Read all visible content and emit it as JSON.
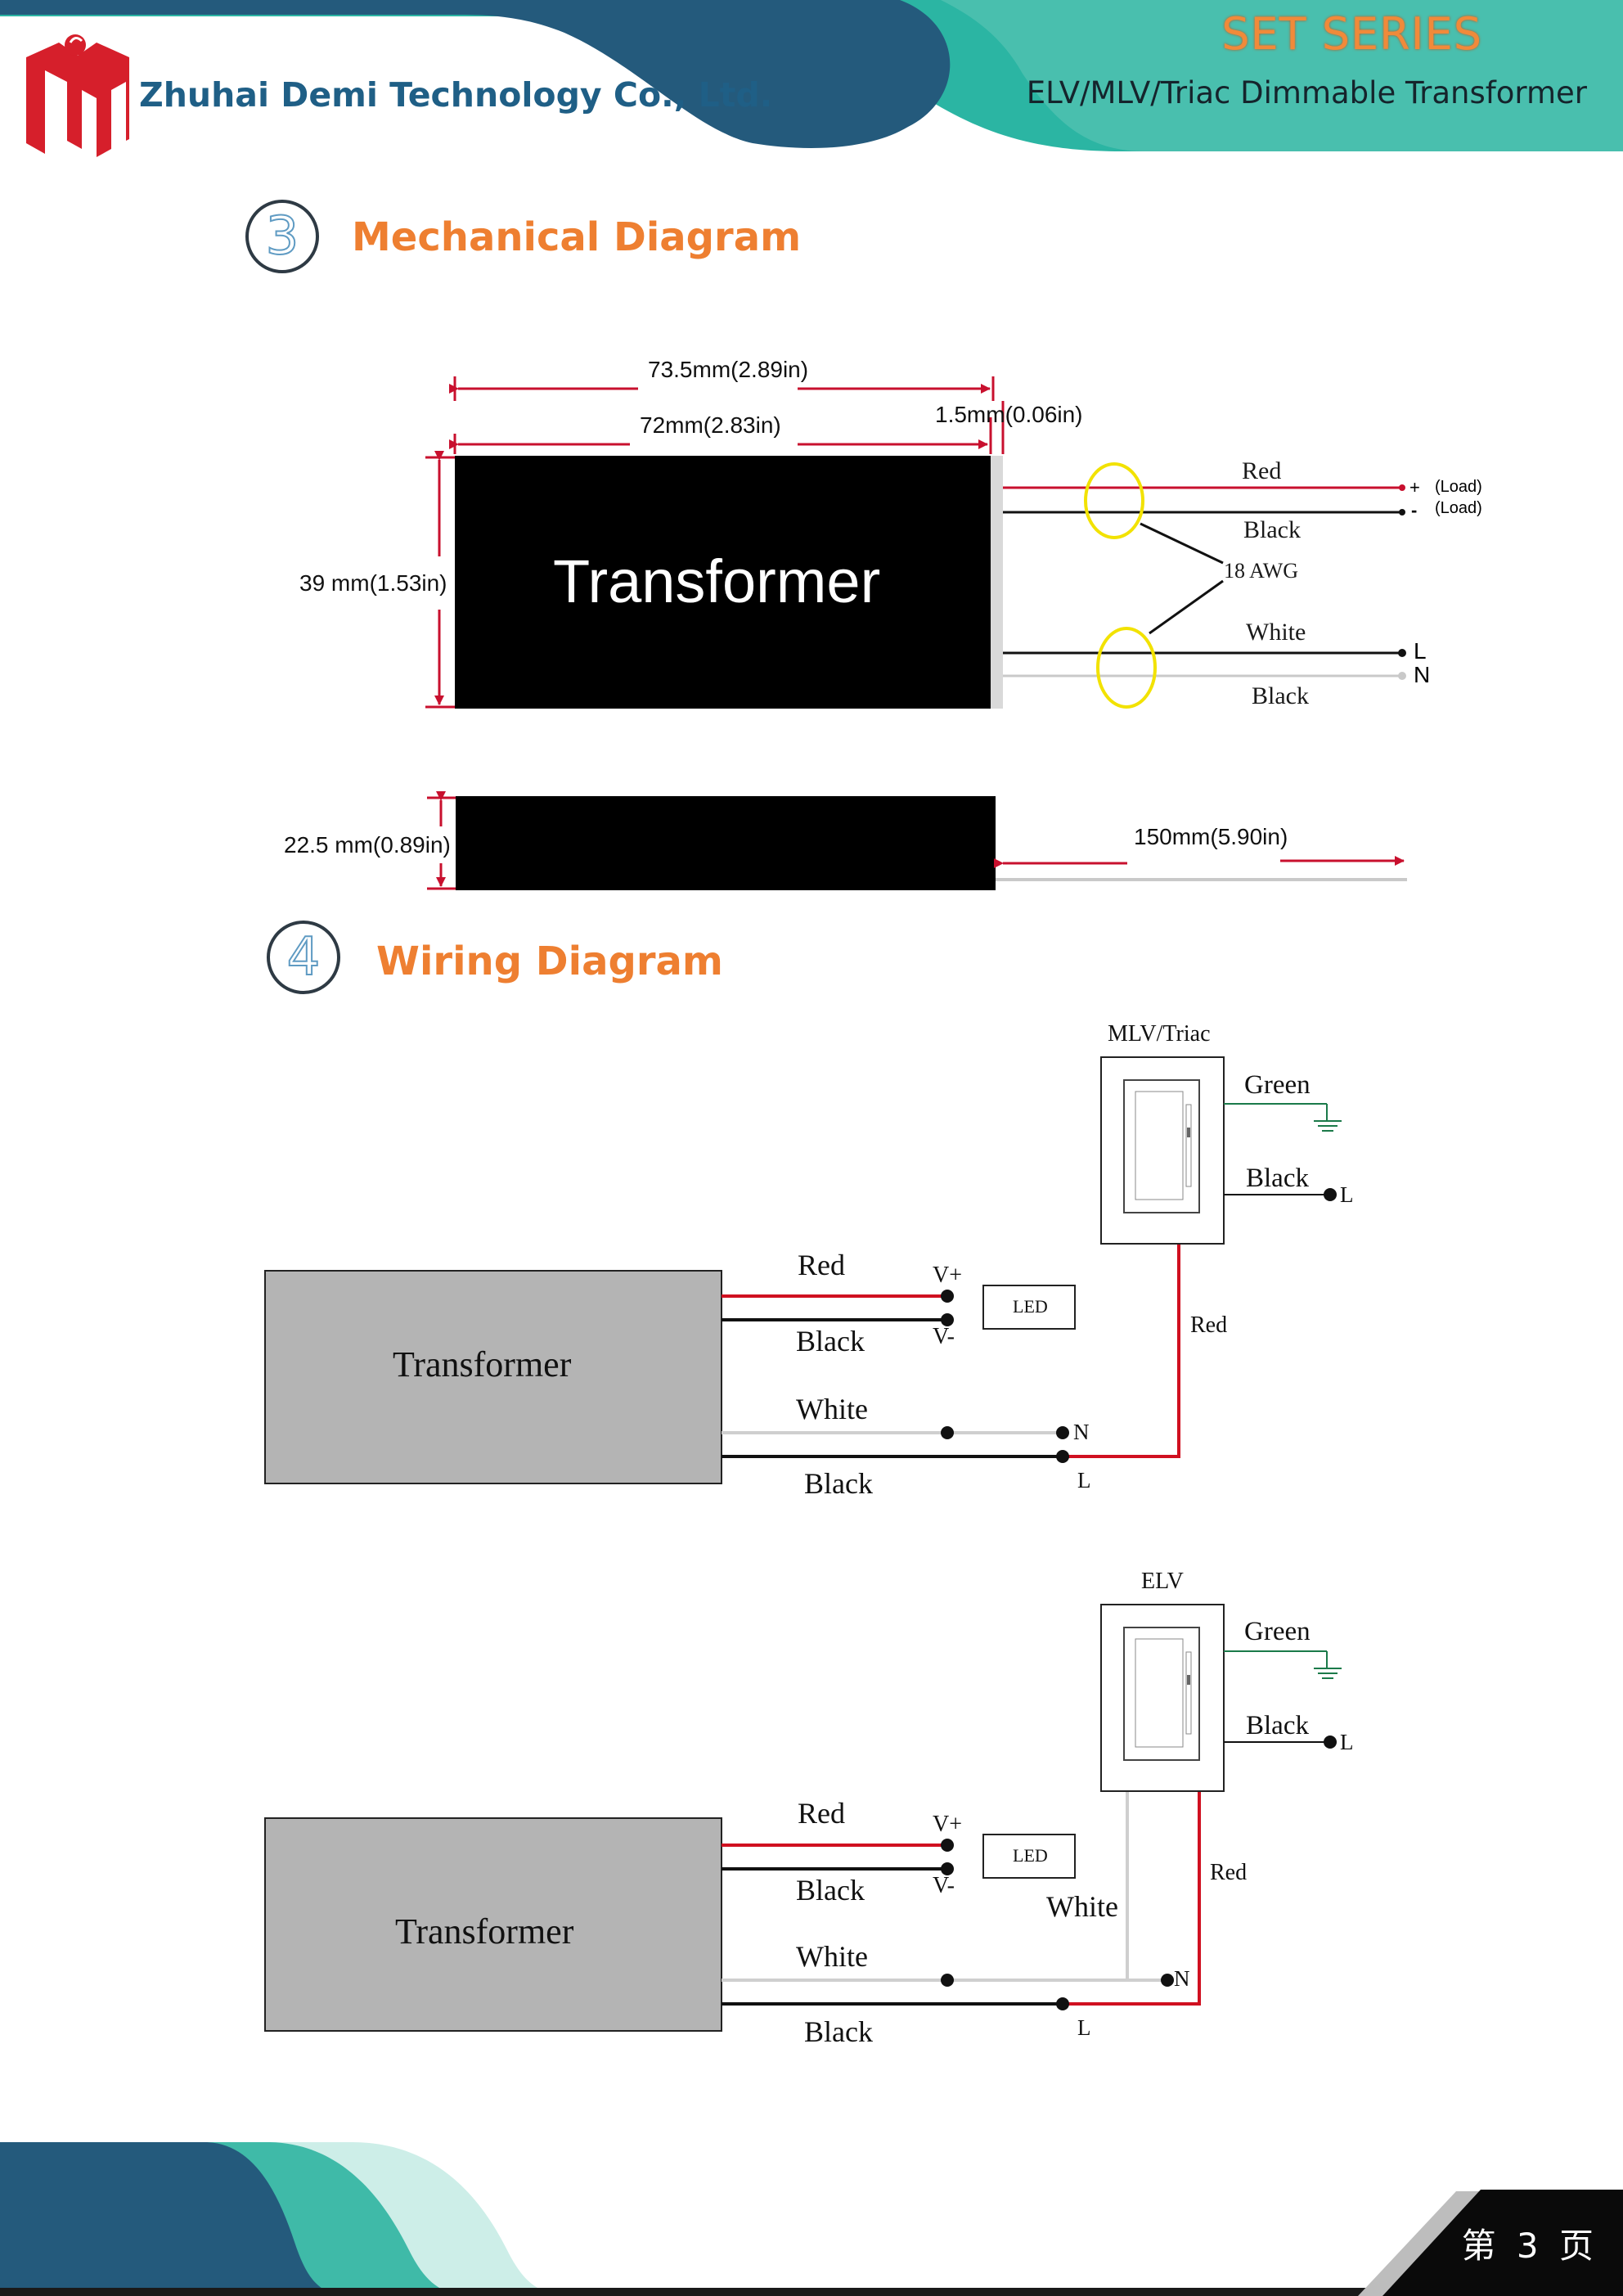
{
  "header": {
    "company": "Zhuhai Demi Technology Co., Ltd.",
    "series_title": "SET SERIES",
    "series_subtitle": "ELV/MLV/Triac Dimmable Transformer",
    "colors": {
      "navy": "#245a7c",
      "teal": "#2bb5a3",
      "orange": "#f08a3a",
      "logo_red": "#d61f2b"
    }
  },
  "mechanical": {
    "number": "3",
    "title": "Mechanical Diagram",
    "overall_length": "73.5mm(2.89in)",
    "body_length": "72mm(2.83in)",
    "end_cap": "1.5mm(0.06in)",
    "height": "39 mm(1.53in)",
    "thickness": "22.5 mm(0.89in)",
    "wire_length": "150mm(5.90in)",
    "body_label": "Transformer",
    "wires": {
      "red": "Red",
      "black_out": "Black",
      "gauge": "18 AWG",
      "white": "White",
      "black_in": "Black",
      "plus": "+",
      "minus": "-",
      "load1": "(Load)",
      "load2": "(Load)",
      "L": "L",
      "N": "N"
    }
  },
  "wiring": {
    "number": "4",
    "title": "Wiring Diagram",
    "diagrams": [
      {
        "dimmer": "MLV/Triac",
        "transformer": "Transformer",
        "red": "Red",
        "black": "Black",
        "white": "White",
        "black2": "Black",
        "vplus": "V+",
        "vminus": "V-",
        "led": "LED",
        "green": "Green",
        "dimmer_black": "Black",
        "dimmer_L": "L",
        "N": "N",
        "L": "L",
        "red_wire": "Red"
      },
      {
        "dimmer": "ELV",
        "transformer": "Transformer",
        "red": "Red",
        "black": "Black",
        "white": "White",
        "black2": "Black",
        "vplus": "V+",
        "vminus": "V-",
        "led": "LED",
        "green": "Green",
        "dimmer_black": "Black",
        "dimmer_L": "L",
        "N": "N",
        "L": "L",
        "red_wire": "Red",
        "white_wire": "White"
      }
    ]
  },
  "footer": {
    "page": "第 3 页"
  }
}
